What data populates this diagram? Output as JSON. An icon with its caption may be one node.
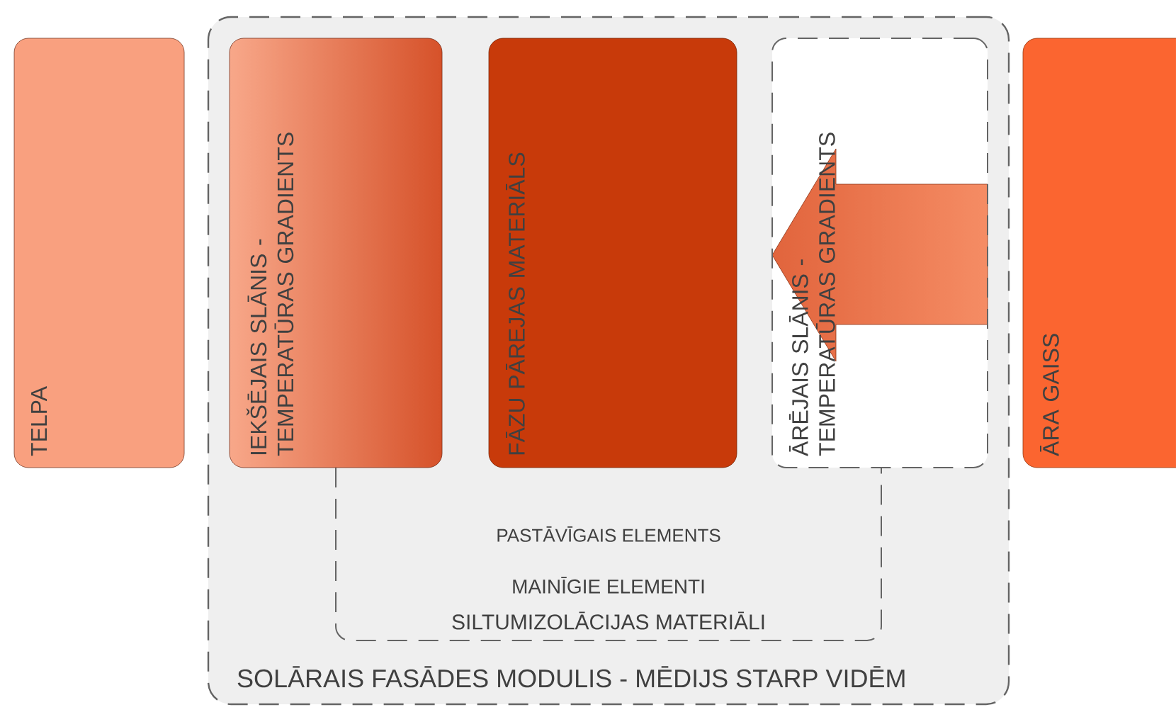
{
  "diagram": {
    "nodes": [
      {
        "text": [
          "TELPA"
        ]
      },
      {
        "text": [
          "SOLĀRAIS FASĀDES MODULIS - MĒDIJS STARP VIDĒM"
        ]
      },
      {
        "text": [
          "IEKŠĒJAIS SLĀNIS - TEMPERATŪRAS GRADIENTS"
        ],
        "in": 1
      },
      {
        "text": [
          "FĀZU PĀREJAS MATERIĀLS"
        ],
        "in": 1
      },
      {
        "text": [
          "ĀRĒJAIS SLĀNIS - TEMPERATŪRAS GRADIENTS"
        ],
        "in": 1
      },
      {
        "text": [
          "PASTĀVĪGAIS ELEMENTS",
          "MAINĪGIE ELEMENTI",
          "SILTUMIZOLĀCIJAS MATERIĀLI"
        ],
        "in": 1
      },
      {
        "text": [
          "ĀRA GAISS"
        ]
      }
    ]
  }
}
